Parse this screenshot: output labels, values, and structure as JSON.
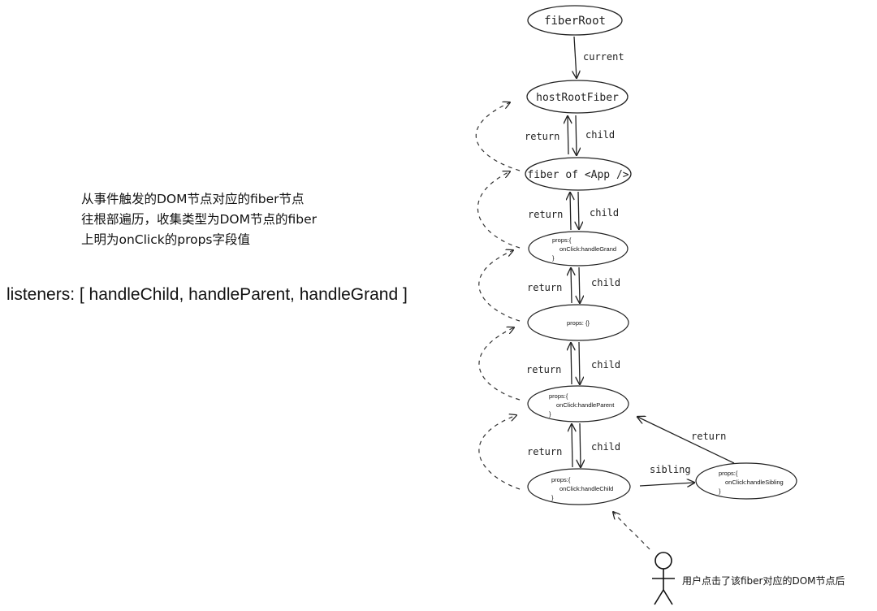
{
  "nodes": {
    "fiber_root": "fiberRoot",
    "host_root_fiber": "hostRootFiber",
    "app_fiber": "fiber of <App />",
    "grand": [
      "props:{",
      "onClick:handleGrand",
      "}"
    ],
    "empty": "props: {}",
    "parent": [
      "props:{",
      "onClick:handleParent",
      "}"
    ],
    "child": [
      "props:{",
      "onClick:handleChild",
      "}"
    ],
    "sibling": [
      "props:{",
      "onClick:handleSibling",
      "}"
    ]
  },
  "edges": {
    "current": "current",
    "return": "return",
    "child": "child",
    "sibling": "sibling"
  },
  "note": [
    "从事件触发的DOM节点对应的fiber节点",
    "往根部遍历，收集类型为DOM节点的fiber",
    "上明为onClick的props字段值"
  ],
  "listeners": "listeners: [ handleChild, handleParent, handleGrand ]",
  "user_note": "用户点击了该fiber对应的DOM节点后"
}
